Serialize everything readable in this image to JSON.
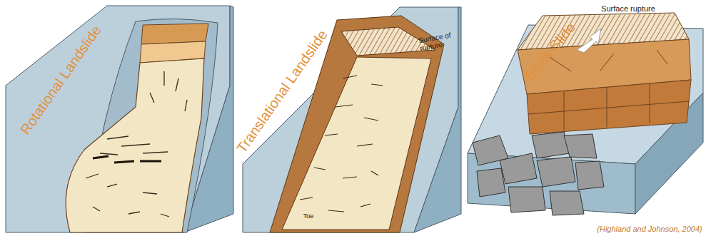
{
  "diagram": {
    "caption": "(Highland and Johnson, 2004)",
    "labels": [
      "Rotational Landslide",
      "Translational Landslide",
      "Surface of rupture",
      "Toe",
      "Block Slide",
      "Surface rupture"
    ]
  }
}
